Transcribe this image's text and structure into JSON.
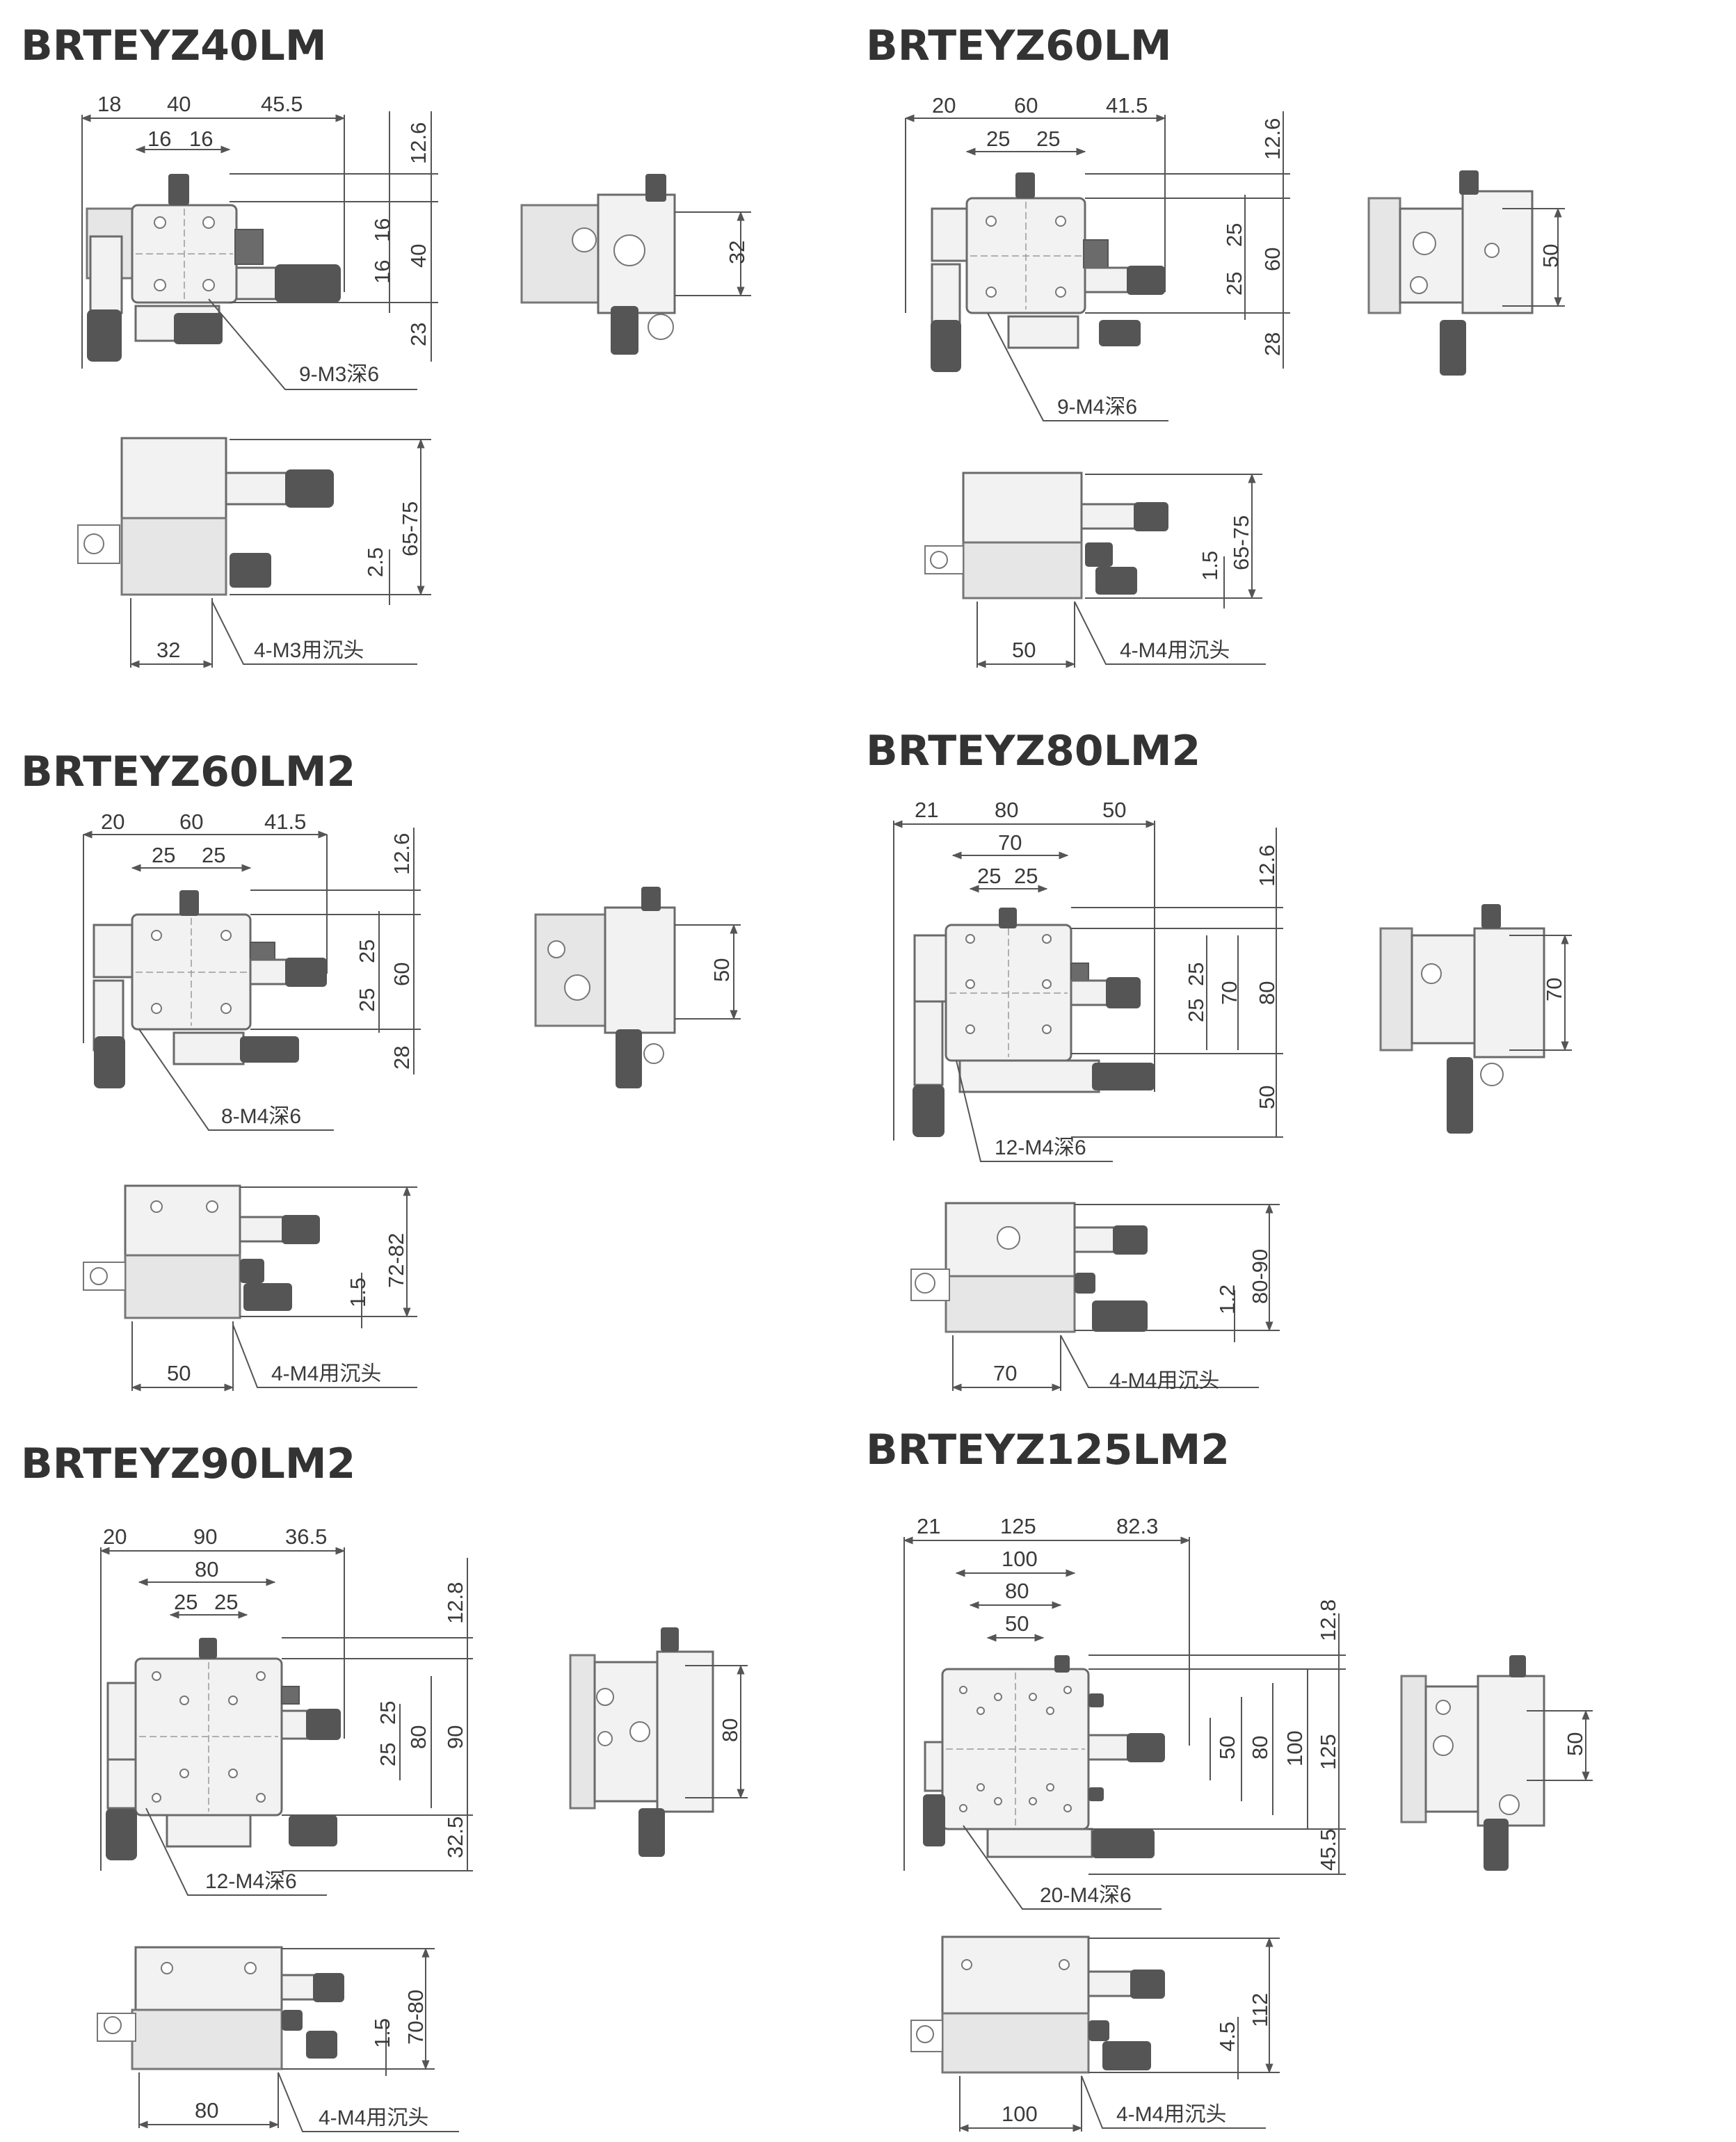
{
  "colors": {
    "line": "#555555",
    "text": "#333333",
    "knob": "#555555"
  },
  "models": [
    {
      "title": "BRTEYZ40LM",
      "top_view": {
        "h_dims": [
          "18",
          "40",
          "45.5"
        ],
        "h_dims_inner": [
          "16",
          "16"
        ],
        "v_dims": [
          "12.6",
          "16",
          "16",
          "40",
          "23"
        ],
        "holes_note": "9-M3深6"
      },
      "side_view": {
        "dim": "32"
      },
      "front_view": {
        "height": "65-75",
        "offset": "2.5",
        "base": "32",
        "mount_note": "4-M3用沉头"
      }
    },
    {
      "title": "BRTEYZ60LM",
      "top_view": {
        "h_dims": [
          "20",
          "60",
          "41.5"
        ],
        "h_dims_inner": [
          "25",
          "25"
        ],
        "v_dims": [
          "12.6",
          "25",
          "25",
          "60",
          "28"
        ],
        "holes_note": "9-M4深6"
      },
      "side_view": {
        "dim": "50"
      },
      "front_view": {
        "height": "65-75",
        "offset": "1.5",
        "base": "50",
        "mount_note": "4-M4用沉头"
      }
    },
    {
      "title": "BRTEYZ60LM2",
      "top_view": {
        "h_dims": [
          "20",
          "60",
          "41.5"
        ],
        "h_dims_inner": [
          "25",
          "25"
        ],
        "v_dims": [
          "12.6",
          "25",
          "25",
          "60",
          "28"
        ],
        "holes_note": "8-M4深6"
      },
      "side_view": {
        "dim": "50"
      },
      "front_view": {
        "height": "72-82",
        "offset": "1.5",
        "base": "50",
        "mount_note": "4-M4用沉头"
      }
    },
    {
      "title": "BRTEYZ80LM2",
      "top_view": {
        "h_dims": [
          "21",
          "80",
          "50"
        ],
        "h_dims_mid": [
          "70"
        ],
        "h_dims_inner": [
          "25",
          "25"
        ],
        "v_dims": [
          "12.6",
          "25",
          "25",
          "70",
          "80",
          "50"
        ],
        "holes_note": "12-M4深6"
      },
      "side_view": {
        "dim": "70"
      },
      "front_view": {
        "height": "80-90",
        "offset": "1.2",
        "base": "70",
        "mount_note": "4-M4用沉头"
      }
    },
    {
      "title": "BRTEYZ90LM2",
      "top_view": {
        "h_dims": [
          "20",
          "90",
          "36.5"
        ],
        "h_dims_mid": [
          "80"
        ],
        "h_dims_inner": [
          "25",
          "25"
        ],
        "v_dims": [
          "12.8",
          "25",
          "25",
          "80",
          "90",
          "32.5"
        ],
        "holes_note": "12-M4深6"
      },
      "side_view": {
        "dim": "80"
      },
      "front_view": {
        "height": "70-80",
        "offset": "1.5",
        "base": "80",
        "mount_note": "4-M4用沉头"
      }
    },
    {
      "title": "BRTEYZ125LM2",
      "top_view": {
        "h_dims": [
          "21",
          "125",
          "82.3"
        ],
        "h_dims_mid": [
          "100",
          "80",
          "50"
        ],
        "v_dims": [
          "12.8",
          "50",
          "80",
          "100",
          "125",
          "45.5"
        ],
        "holes_note": "20-M4深6"
      },
      "side_view": {
        "dim": "50"
      },
      "front_view": {
        "height": "112",
        "offset": "4.5",
        "base": "100",
        "mount_note": "4-M4用沉头"
      }
    }
  ]
}
